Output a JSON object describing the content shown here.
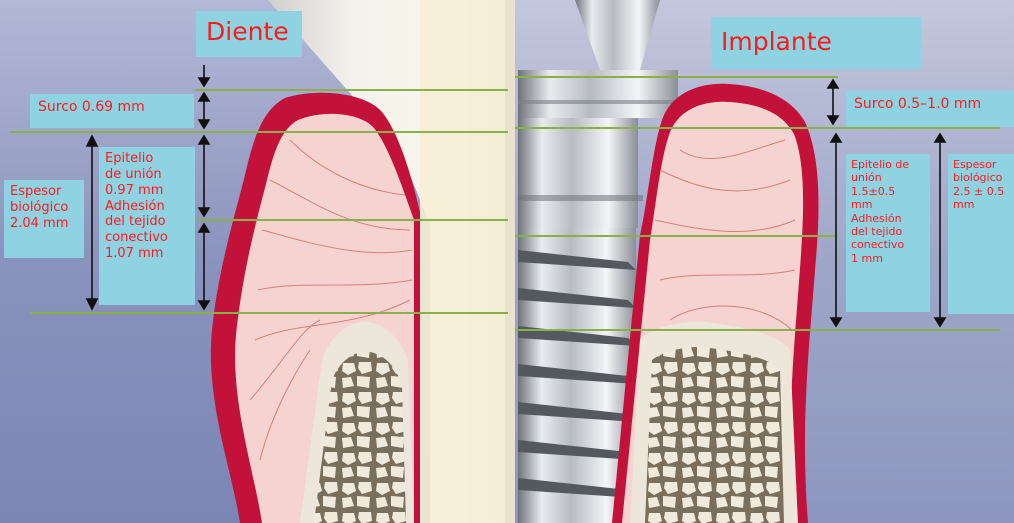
{
  "left_panel": {
    "title": "Diente",
    "sulcus": "Surco 0.69  mm",
    "biologic_width": [
      "Espesor",
      "biológico",
      "2.04 mm"
    ],
    "attachment": [
      "Epitelio",
      "de unión",
      "0.97 mm",
      "Adhesión",
      "del tejido",
      "conectivo",
      "1.07 mm"
    ]
  },
  "right_panel": {
    "title": "Implante",
    "sulcus": "Surco 0.5–1.0   mm",
    "attachment": [
      "Epitelio de",
      "unión",
      "1.5±0.5",
      "mm",
      "Adhesión",
      "del tejido",
      "conectivo",
      "1 mm"
    ],
    "biologic_width": [
      "Espesor",
      "biológico",
      "2.5 ± 0.5",
      "mm"
    ]
  },
  "colors": {
    "label_box": "#8fd3e3",
    "label_text": "#ff1a1a",
    "gingiva": "#c2123a",
    "connective_tissue": "#f4d3d0",
    "reference_line": "#8ab04a",
    "background_left": "#8e97c0",
    "background_right": "#9fa7c8",
    "bone": "#ece7da",
    "implant_metal": "#c9ccd2"
  }
}
